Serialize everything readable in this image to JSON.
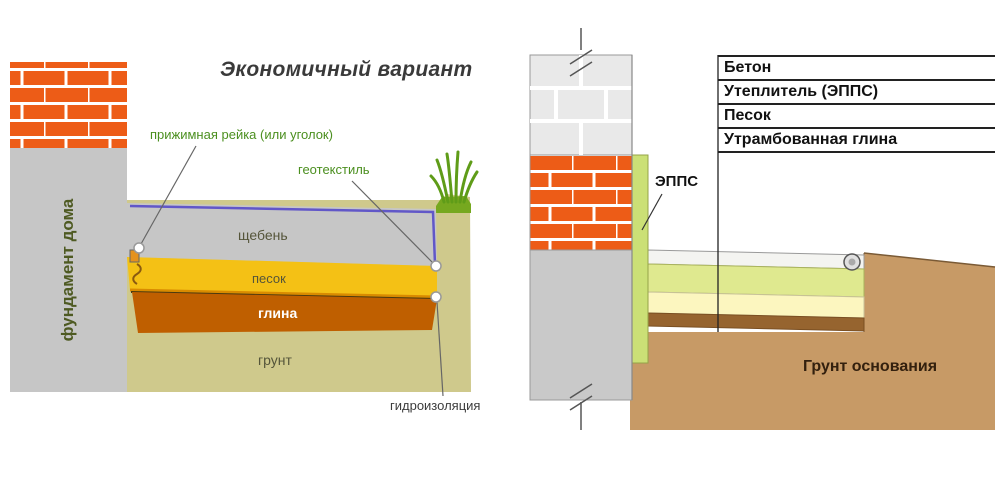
{
  "left": {
    "title": "Экономичный вариант",
    "foundation_label": "фундамент дома",
    "callout_rail": "прижимная рейка (или уголок)",
    "callout_geotextile": "геотекстиль",
    "callout_waterproofing": "гидроизоляция",
    "layer_gravel": "щебень",
    "layer_sand": "песок",
    "layer_clay": "глина",
    "layer_soil": "грунт"
  },
  "right": {
    "legend": [
      {
        "label": "Бетон"
      },
      {
        "label": "Утеплитель (ЭППС)"
      },
      {
        "label": "Песок"
      },
      {
        "label": "Утрамбованная глина"
      }
    ],
    "callout_epps": "ЭППС",
    "soil_label": "Грунт основания"
  },
  "palette": {
    "brick_orange": "#ed5c17",
    "foundation_gray": "#c6c6c6",
    "soil_olive": "#cfc98c",
    "sand_yellow": "#f4c115",
    "clay_orange": "#bf5f00",
    "geotextile_purple": "#6157c8",
    "grass_green": "#5f9c18",
    "epps_green": "#cbe076",
    "base_soil_brown": "#c79a66",
    "label_green": "#4b8f1f"
  }
}
